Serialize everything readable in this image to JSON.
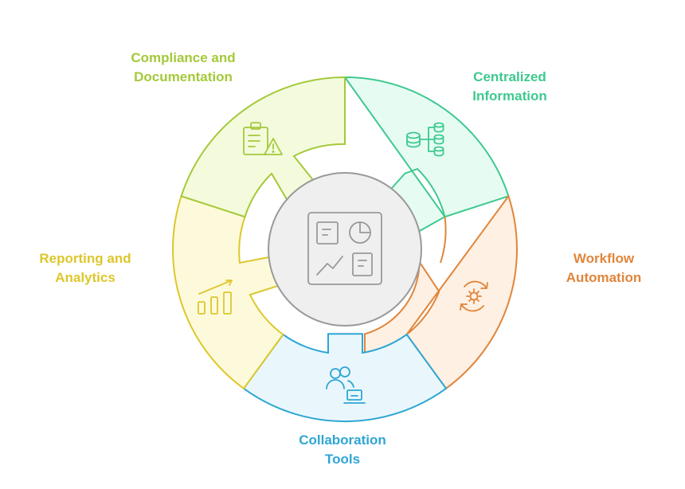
{
  "segments": [
    {
      "id": "centralized",
      "lines": [
        "Centralized",
        "Information"
      ],
      "stroke": "#3ec98f",
      "fill": "#e6fcf2",
      "icon": "database-hierarchy-icon"
    },
    {
      "id": "workflow",
      "lines": [
        "Workflow",
        "Automation"
      ],
      "stroke": "#e0853a",
      "fill": "#fef0e3",
      "icon": "gear-cycle-icon"
    },
    {
      "id": "collab",
      "lines": [
        "Collaboration",
        "Tools"
      ],
      "stroke": "#2ea6d3",
      "fill": "#e9f7fd",
      "icon": "users-laptop-icon"
    },
    {
      "id": "reporting",
      "lines": [
        "Reporting and",
        "Analytics"
      ],
      "stroke": "#ddc72c",
      "fill": "#fdfadb",
      "icon": "bar-chart-trend-icon"
    },
    {
      "id": "compliance",
      "lines": [
        "Compliance and",
        "Documentation"
      ],
      "stroke": "#a4c93a",
      "fill": "#f3fbdc",
      "icon": "clipboard-warning-icon"
    }
  ],
  "center": {
    "icon": "dashboard-icon",
    "stroke": "#999999",
    "fill": "#efefef"
  }
}
